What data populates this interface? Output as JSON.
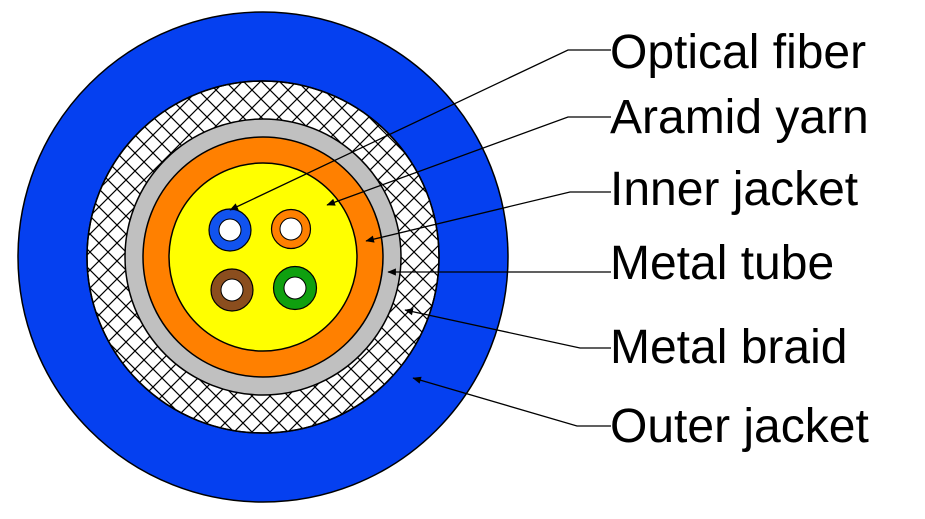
{
  "figure": {
    "labels": [
      {
        "text": "Optical fiber"
      },
      {
        "text": "Aramid yarn"
      },
      {
        "text": "Inner jacket"
      },
      {
        "text": "Metal tube"
      },
      {
        "text": "Metal braid"
      },
      {
        "text": "Outer jacket"
      }
    ]
  },
  "colors": {
    "outer_jacket_blue": "#0540F0",
    "metal_braid_bg": "#FFFFFF",
    "metal_tube_gray": "#C0C0C0",
    "inner_jacket_orange": "#FF8000",
    "aramid_yarn_yellow": "#FFFF00",
    "fiber_blue": "#1153EE",
    "fiber_orange": "#FF8000",
    "fiber_brown": "#8B4E1E",
    "fiber_green": "#0FA00F",
    "fiber_core_white": "#FFFFFF",
    "line_black": "#000000"
  }
}
